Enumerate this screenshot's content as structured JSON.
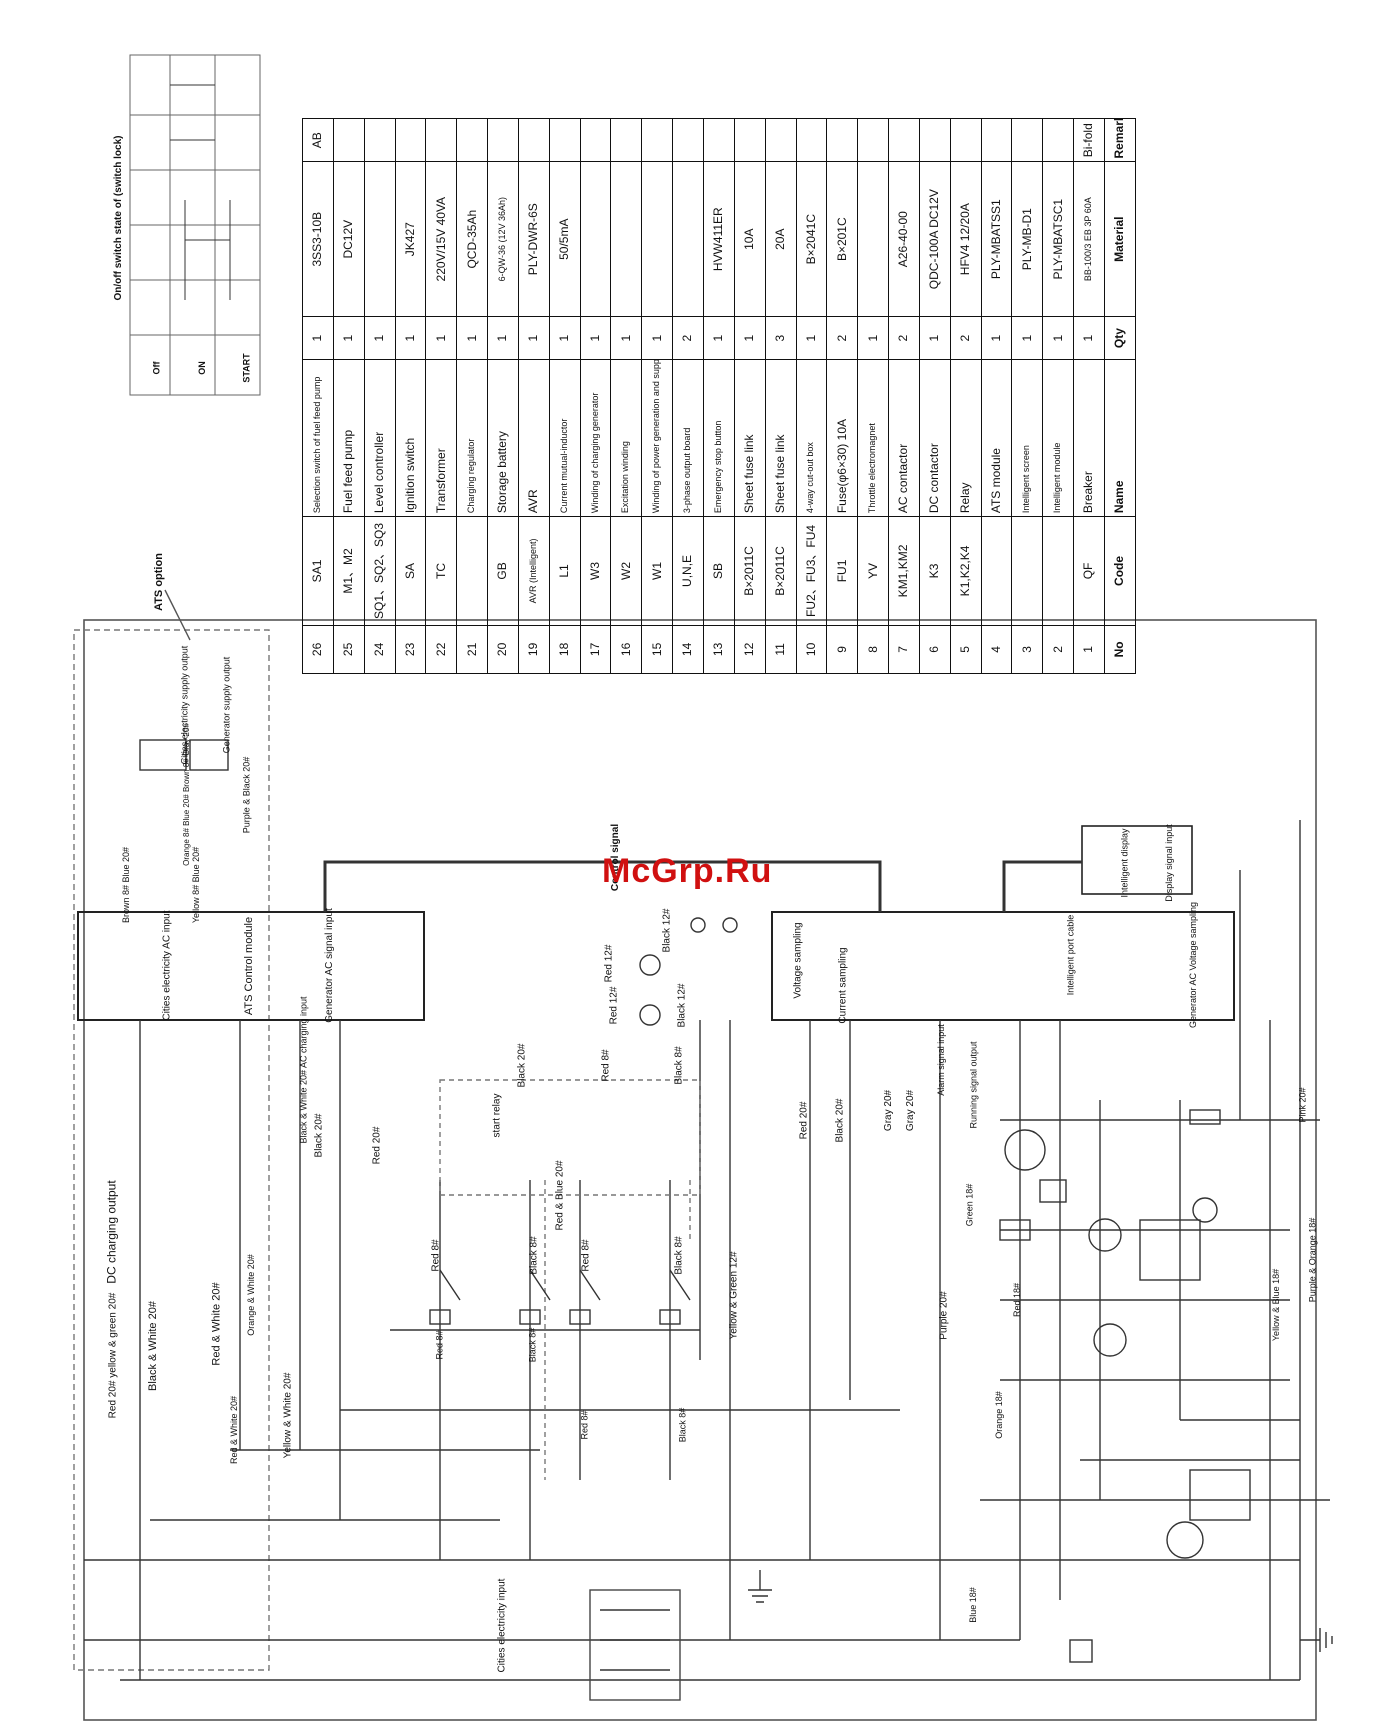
{
  "watermark": "McGrp.Ru",
  "switch_table": {
    "caption": "On/off switch state of (switch lock)",
    "rows": [
      "Off",
      "ON",
      "START"
    ]
  },
  "ats_option": "ATS option",
  "bom": {
    "headers": {
      "no": "No",
      "code": "Code",
      "name": "Name",
      "qty": "Qty",
      "material": "Material",
      "remark": "Remark"
    },
    "rows": [
      {
        "no": "26",
        "code": "SA1",
        "name": "Selection switch of fuel feed pump",
        "qty": "1",
        "material": "3SS3-10B",
        "remark": "AB"
      },
      {
        "no": "25",
        "code": "M1、M2",
        "name": "Fuel feed pump",
        "qty": "1",
        "material": "DC12V",
        "remark": ""
      },
      {
        "no": "24",
        "code": "SQ1、SQ2、SQ3",
        "name": "Level controller",
        "qty": "1",
        "material": "",
        "remark": ""
      },
      {
        "no": "23",
        "code": "SA",
        "name": "Ignition switch",
        "qty": "1",
        "material": "JK427",
        "remark": ""
      },
      {
        "no": "22",
        "code": "TC",
        "name": "Transformer",
        "qty": "1",
        "material": "220V/15V 40VA",
        "remark": ""
      },
      {
        "no": "21",
        "code": "",
        "name": "Charging regulator",
        "qty": "1",
        "material": "QCD-35Ah",
        "remark": ""
      },
      {
        "no": "20",
        "code": "GB",
        "name": "Storage battery",
        "qty": "1",
        "material": "6-QW-36 (12V 36Ah)",
        "remark": ""
      },
      {
        "no": "19",
        "code": "AVR (Intelligent)",
        "name": "AVR",
        "qty": "1",
        "material": "PLY-DWR-6S",
        "remark": ""
      },
      {
        "no": "18",
        "code": "L1",
        "name": "Current mutual-inductor",
        "qty": "1",
        "material": "50/5mA",
        "remark": ""
      },
      {
        "no": "17",
        "code": "W3",
        "name": "Winding of charging generator",
        "qty": "1",
        "material": "",
        "remark": ""
      },
      {
        "no": "16",
        "code": "W2",
        "name": "Excitation winding",
        "qty": "1",
        "material": "",
        "remark": ""
      },
      {
        "no": "15",
        "code": "W1",
        "name": "Winding of power generation and supply",
        "qty": "1",
        "material": "",
        "remark": ""
      },
      {
        "no": "14",
        "code": "U,N,E",
        "name": "3-phase output board",
        "qty": "2",
        "material": "",
        "remark": ""
      },
      {
        "no": "13",
        "code": "SB",
        "name": "Emergency stop button",
        "qty": "1",
        "material": "HVW411ER",
        "remark": ""
      },
      {
        "no": "12",
        "code": "B×2011C",
        "name": "Sheet fuse link",
        "qty": "1",
        "material": "10A",
        "remark": ""
      },
      {
        "no": "11",
        "code": "B×2011C",
        "name": "Sheet fuse link",
        "qty": "3",
        "material": "20A",
        "remark": ""
      },
      {
        "no": "10",
        "code": "FU2、FU3、FU4",
        "name": "4-way cut-out box",
        "qty": "1",
        "material": "B×2041C",
        "remark": ""
      },
      {
        "no": "9",
        "code": "FU1",
        "name": "Fuse(φ6×30) 10A",
        "qty": "2",
        "material": "B×201C",
        "remark": ""
      },
      {
        "no": "8",
        "code": "YV",
        "name": "Throttle electromagnet",
        "qty": "1",
        "material": "",
        "remark": ""
      },
      {
        "no": "7",
        "code": "KM1,KM2",
        "name": "AC contactor",
        "qty": "2",
        "material": "A26-40-00",
        "remark": ""
      },
      {
        "no": "6",
        "code": "K3",
        "name": "DC contactor",
        "qty": "1",
        "material": "QDC-100A DC12V",
        "remark": ""
      },
      {
        "no": "5",
        "code": "K1,K2,K4",
        "name": "Relay",
        "qty": "2",
        "material": "HFV4 12/20A",
        "remark": ""
      },
      {
        "no": "4",
        "code": "",
        "name": "ATS module",
        "qty": "1",
        "material": "PLY-MBATSS1",
        "remark": ""
      },
      {
        "no": "3",
        "code": "",
        "name": "Intelligent screen",
        "qty": "1",
        "material": "PLY-MB-D1",
        "remark": ""
      },
      {
        "no": "2",
        "code": "",
        "name": "Intelligent module",
        "qty": "1",
        "material": "PLY-MBATSC1",
        "remark": ""
      },
      {
        "no": "1",
        "code": "QF",
        "name": "Breaker",
        "qty": "1",
        "material": "BB-100/3 EB 3P 60A",
        "remark": "Bi-fold"
      }
    ]
  },
  "labels": {
    "dc_charging_output": "DC charging output",
    "red20_yg20": "Red 20# yellow & green 20#",
    "bw20": "Black & White 20#",
    "rw20_a": "Red & White 20#",
    "rw20_b": "Red & White 20#",
    "yw20": "Yellow & White 20#",
    "ow20": "Orange & White 20#",
    "bwh_ac": "Black & White 20# AC charging input",
    "black20_a": "Black 20#",
    "red20_a": "Red 20#",
    "city_ac_input": "Cities electricity AC input",
    "ats_control": "ATS Control module",
    "gen_ac_input": "Generator AC signal input",
    "brown_blue": "Brown 8# Blue 20#",
    "yellow_blue": "Yellow 8# Blue 20#",
    "orange_blue": "Orange 8# Blue 20# Brown 8# Gray 20#",
    "city_supply": "Cities electricity supply output",
    "gen_supply": "Generator supply output",
    "purple_black": "Purple & Black 20#",
    "control_signal": "Control signal",
    "red12_a": "Red 12#",
    "red12_b": "Red 12#",
    "black12_a": "Black 12#",
    "black12_b": "Black 12#",
    "red8_top": "Red 8#",
    "black8_top": "Black 8#",
    "black20_b": "Black 20#",
    "red_blue": "Red & Blue 20#",
    "start_relay": "start relay",
    "red8_a": "Red 8#",
    "black8_a": "Black 8#",
    "red8_b": "Red 8#",
    "black8_b": "Black 8#",
    "yg12": "Yellow & Green 12#",
    "red8_c": "Red 8#",
    "black8_c": "Black 8#",
    "red8_d": "Red 8#",
    "black8_d": "Black 8#",
    "red20_b": "Red 20#",
    "black20_c": "Black 20#",
    "gray20_a": "Gray 20#",
    "gray20_b": "Gray 20#",
    "voltage_sampling": "Voltage sampling",
    "current_sampling": "Current sampling",
    "alarm_input": "Alarm signal input",
    "running_output": "Running signal output",
    "intelligent_display": "Intelligent display",
    "display_signal": "Display signal input",
    "generator_ac": "Generator AC Voltage sampling",
    "intel_port": "Intelligent port cable",
    "purple20": "Purple 20#",
    "green18": "Green 18#",
    "orange18": "Orange 18#",
    "blue18": "Blue 18#",
    "red18": "Red 18#",
    "pink20": "Pink 20#",
    "yellow_blue18": "Yellow & Blue 18#",
    "purple_orange": "Purple & Orange 18#",
    "city_input": "Cities electricity input"
  }
}
